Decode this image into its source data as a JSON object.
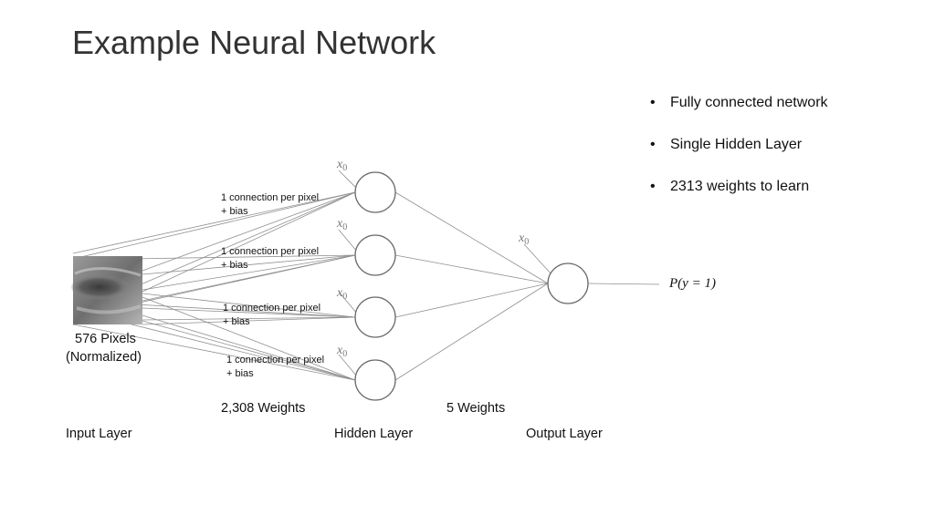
{
  "slide": {
    "title": "Example Neural Network",
    "bullets": [
      "Fully connected network",
      "Single Hidden Layer",
      "2313 weights to learn"
    ],
    "connection_label": "1 connection per pixel",
    "bias_label": "+ bias",
    "input_caption_line1": "576 Pixels",
    "input_caption_line2": "(Normalized)",
    "input_weights": "2,308 Weights",
    "output_weights": "5 Weights",
    "layers": {
      "input": "Input Layer",
      "hidden": "Hidden Layer",
      "output": "Output Layer"
    },
    "bias_symbol": "x",
    "bias_subscript": "0",
    "output_expression": "P(y = 1)",
    "colors": {
      "edge": "#8f8f8f",
      "node_stroke": "#6b6b6b",
      "bias_text": "#777777"
    }
  }
}
